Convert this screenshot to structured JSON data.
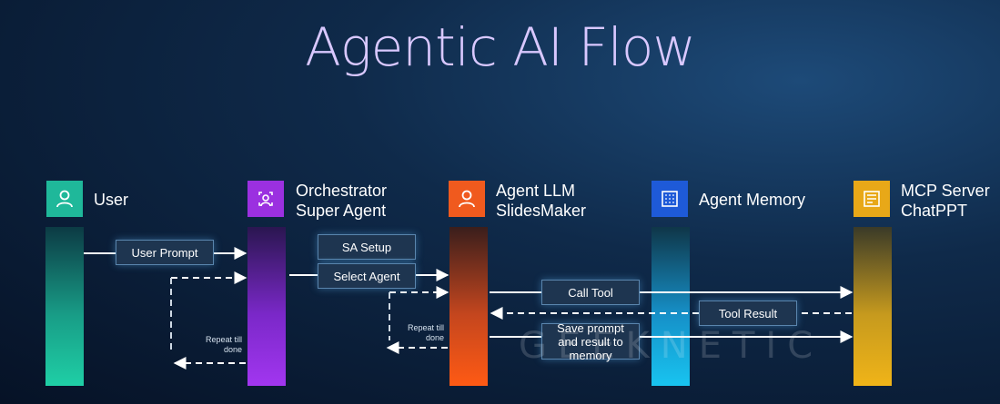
{
  "title": "Agentic AI Flow",
  "actors": [
    {
      "line1": "User",
      "line2": "",
      "color": "#1fb89a",
      "icon": "person-icon"
    },
    {
      "line1": "Orchestrator",
      "line2": "Super Agent",
      "color": "#9b30e0",
      "icon": "orchestrator-icon"
    },
    {
      "line1": "Agent LLM",
      "line2": "SlidesMaker",
      "color": "#f05a1e",
      "icon": "agent-person-icon"
    },
    {
      "line1": "Agent Memory",
      "line2": "",
      "color": "#1e5ad8",
      "icon": "memory-grid-icon"
    },
    {
      "line1": "MCP Server",
      "line2": "ChatPPT",
      "color": "#e8a818",
      "icon": "server-icon"
    }
  ],
  "messages": {
    "user_prompt": "User Prompt",
    "sa_setup": "SA Setup",
    "select_agent": "Select Agent",
    "call_tool": "Call Tool",
    "tool_result": "Tool Result",
    "save_memory": "Save prompt and result to memory"
  },
  "notes": {
    "repeat_1": "Repeat till done",
    "repeat_2": "Repeat till done"
  },
  "watermark": "GEEKNETIC"
}
